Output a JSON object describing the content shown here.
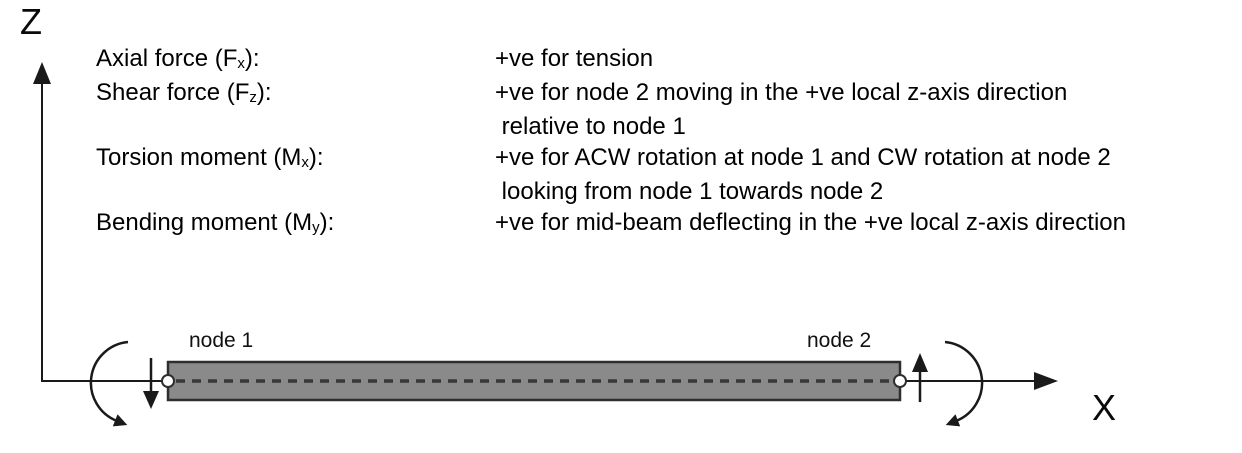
{
  "axes": {
    "z_label": "Z",
    "x_label": "X"
  },
  "beam": {
    "node1_label": "node 1",
    "node2_label": "node 2",
    "fill_color": "#8a8a8a",
    "border_color": "#2e2e2e",
    "centerline_color": "#383838",
    "line_color": "#1a1a1a"
  },
  "conventions": {
    "rows": [
      {
        "term_prefix": "Axial force (F",
        "term_sub": "x",
        "term_suffix": "):",
        "desc": "+ve for tension"
      },
      {
        "term_prefix": "Shear force (F",
        "term_sub": "z",
        "term_suffix": "):",
        "desc": "+ve for node 2 moving in the +ve local z-axis direction"
      },
      {
        "term_prefix": "",
        "term_sub": "",
        "term_suffix": "",
        "desc": " relative to node 1"
      },
      {
        "term_prefix": "Torsion moment (M",
        "term_sub": "x",
        "term_suffix": "):",
        "desc": "+ve for ACW rotation at node 1 and CW rotation at node 2"
      },
      {
        "term_prefix": "",
        "term_sub": "",
        "term_suffix": "",
        "desc": " looking from node 1 towards node 2"
      },
      {
        "term_prefix": "Bending moment (M",
        "term_sub": "y",
        "term_suffix": "):",
        "desc": "+ve for mid-beam deflecting in the +ve local z-axis direction"
      }
    ]
  }
}
